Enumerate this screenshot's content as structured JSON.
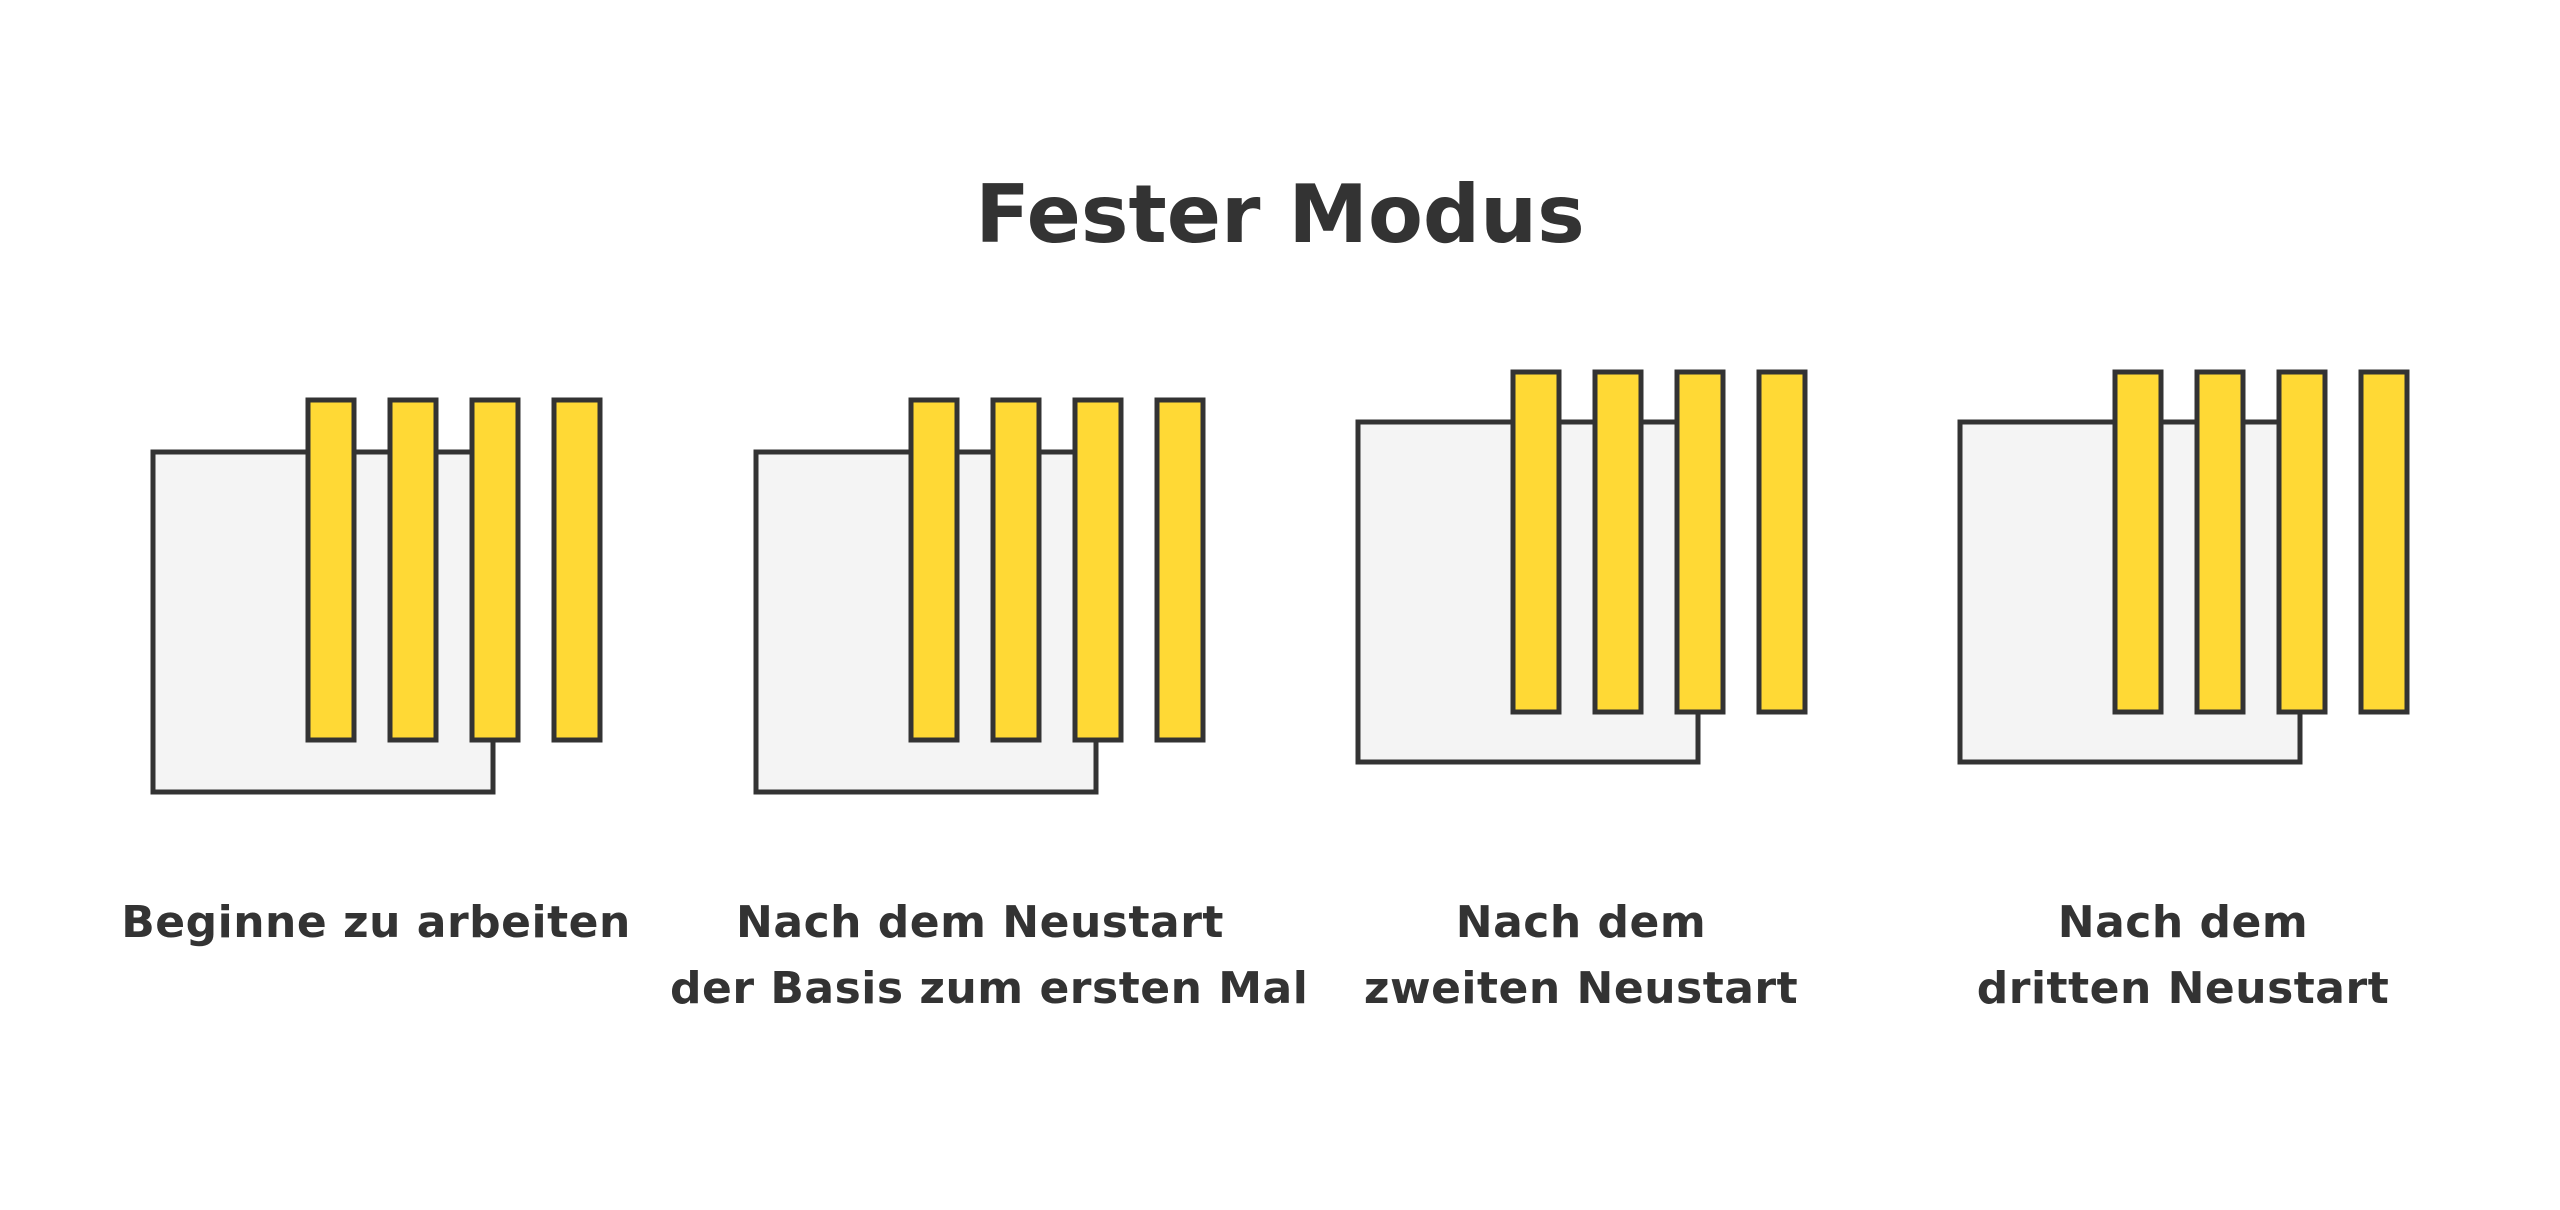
{
  "title": "Fester Modus",
  "colors": {
    "stroke": "#333333",
    "base_fill": "#f4f4f4",
    "bar_fill": "#ffd935",
    "text": "#333333"
  },
  "panels": [
    {
      "caption_lines": [
        "Beginne zu arbeiten"
      ],
      "raised": false,
      "bar_count": 4,
      "bars_in_front": 3
    },
    {
      "caption_lines": [
        "Nach dem Neustart",
        "der Basis zum ersten Mal"
      ],
      "raised": false,
      "bar_count": 4,
      "bars_in_front": 3
    },
    {
      "caption_lines": [
        "Nach dem",
        "zweiten Neustart"
      ],
      "raised": true,
      "bar_count": 4,
      "bars_in_front": 3
    },
    {
      "caption_lines": [
        "Nach dem",
        "dritten Neustart"
      ],
      "raised": true,
      "bar_count": 4,
      "bars_in_front": 3
    }
  ]
}
